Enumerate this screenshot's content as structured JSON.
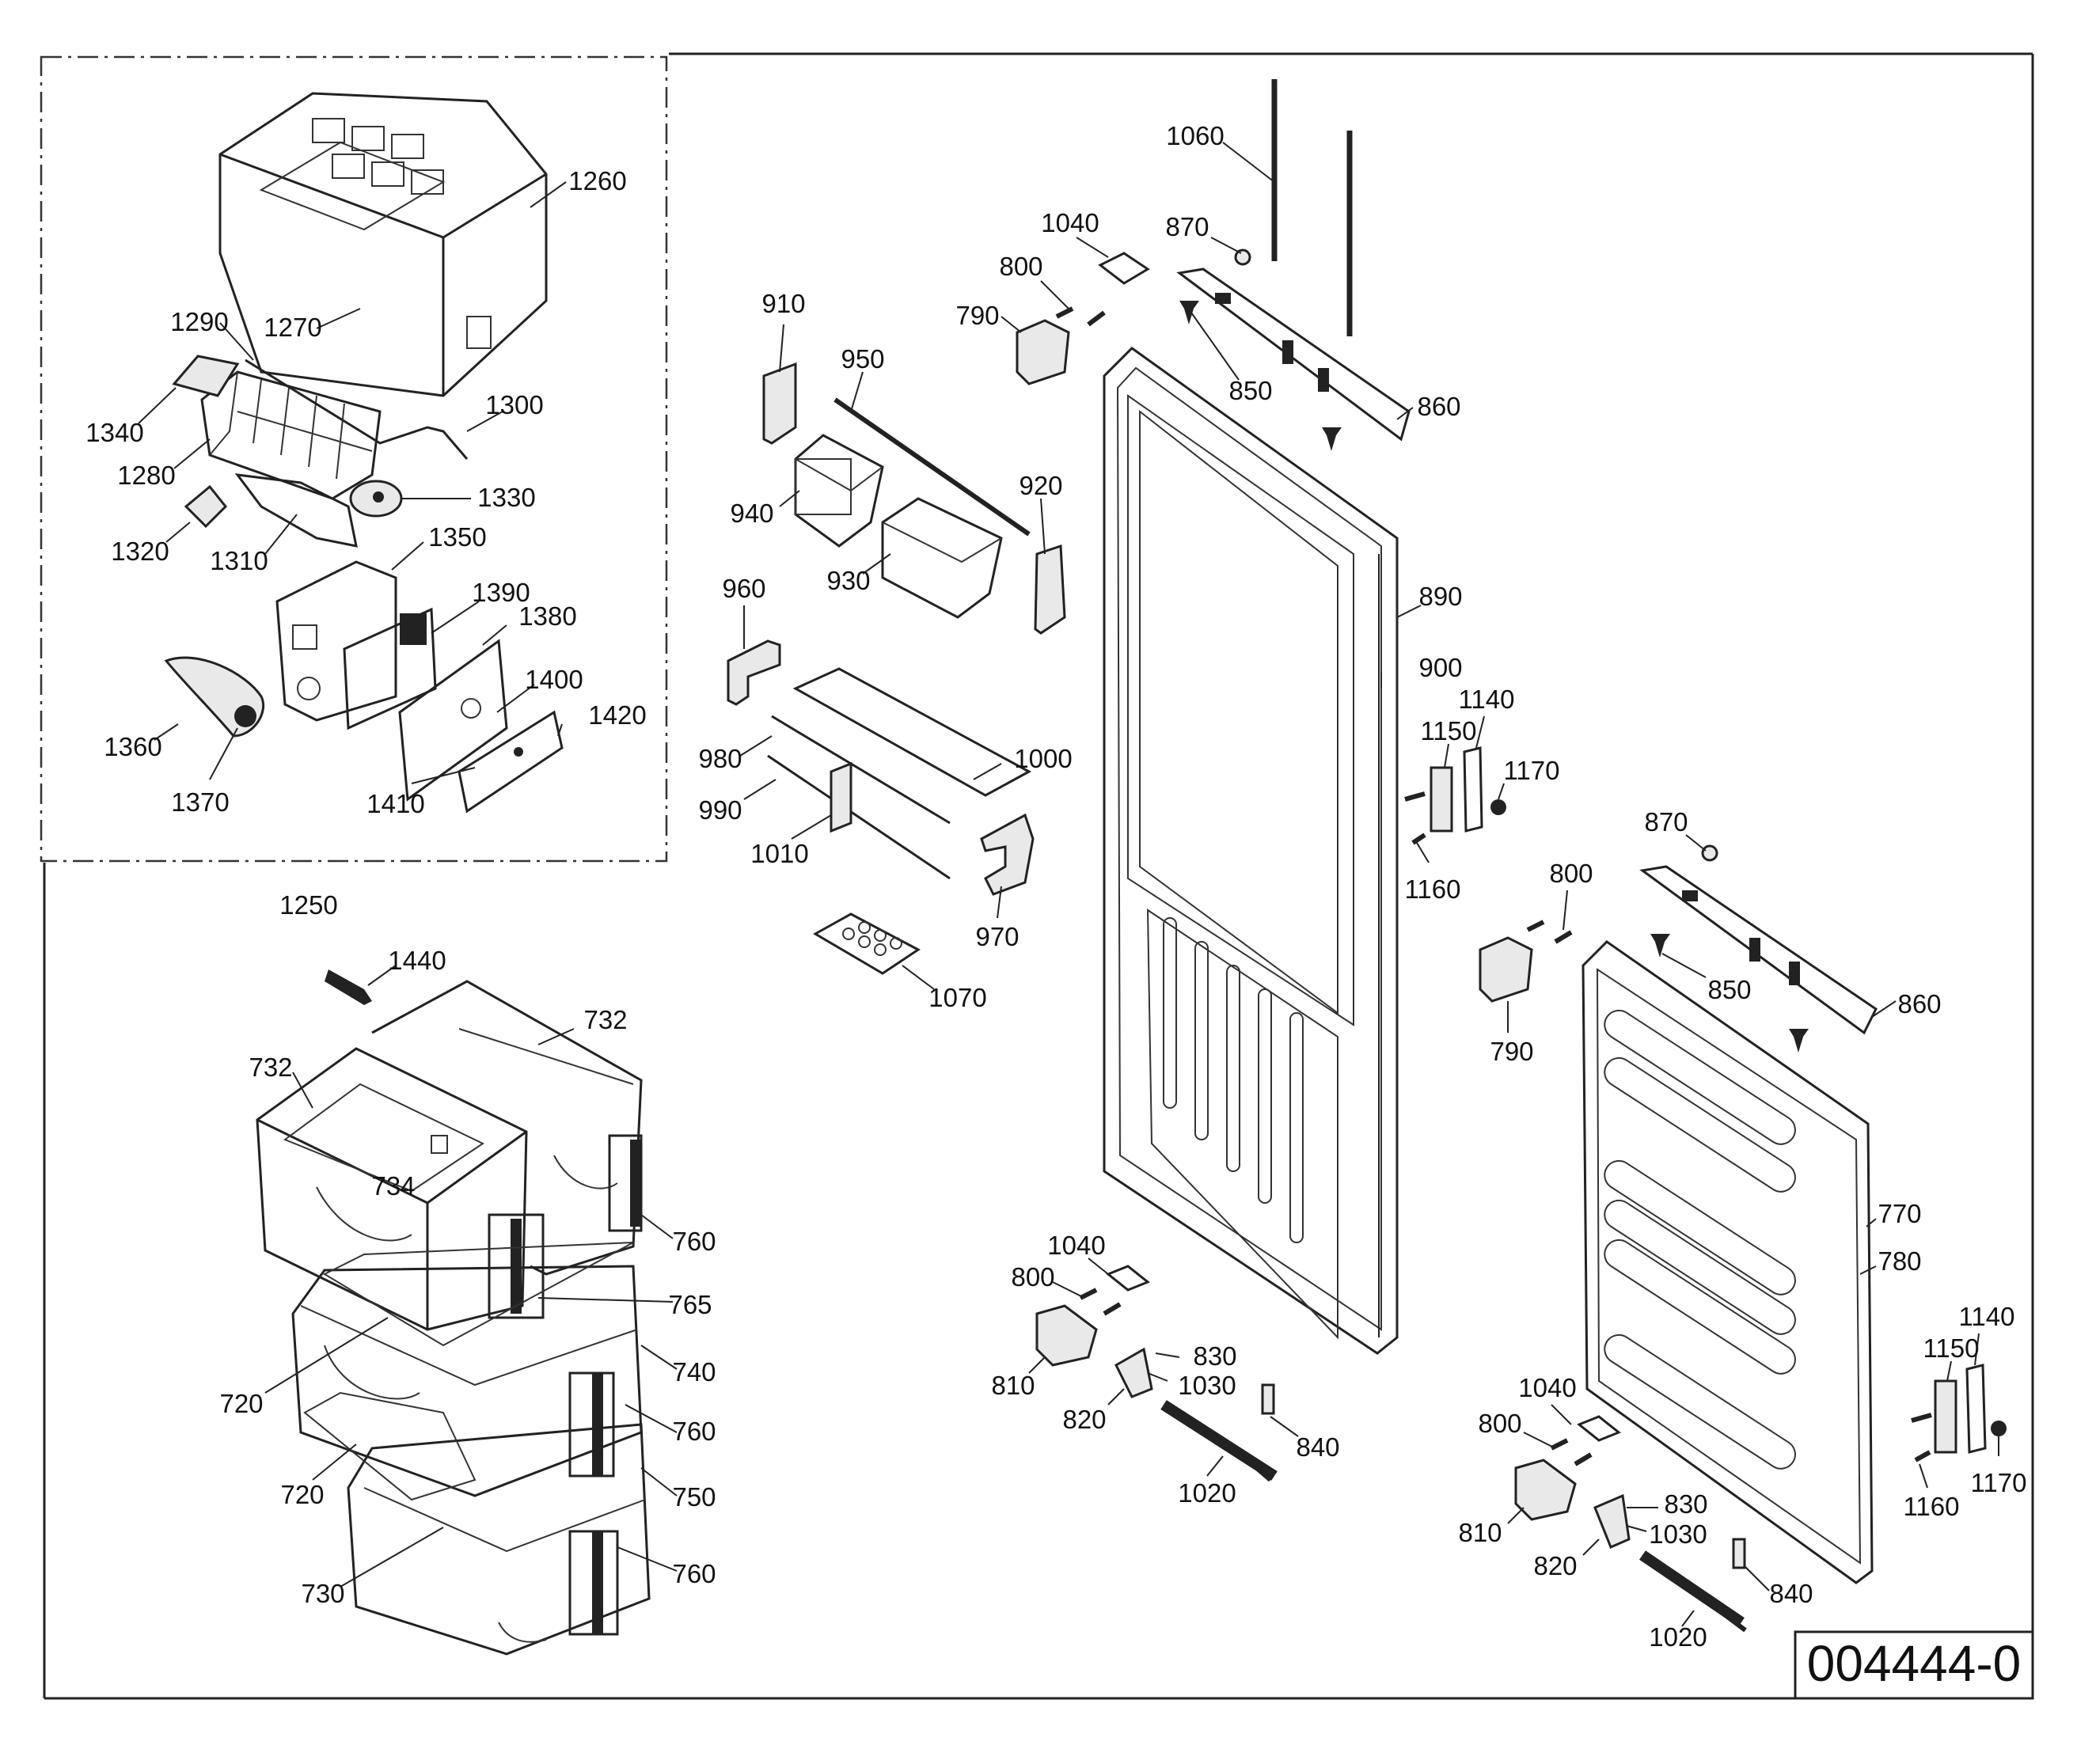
{
  "document_number": "004444-0",
  "labels": {
    "l1060": "1060",
    "l870a": "870",
    "l1040a": "1040",
    "l800a": "800",
    "l790a": "790",
    "l850a": "850",
    "l860a": "860",
    "l910": "910",
    "l950": "950",
    "l920": "920",
    "l940": "940",
    "l930": "930",
    "l960": "960",
    "l980": "980",
    "l990": "990",
    "l1000": "1000",
    "l1010": "1010",
    "l970": "970",
    "l1070": "1070",
    "l890": "890",
    "l900": "900",
    "l1140a": "1140",
    "l1150a": "1150",
    "l1170a": "1170",
    "l1160a": "1160",
    "l870b": "870",
    "l800b": "800",
    "l790b": "790",
    "l850b": "850",
    "l860b": "860",
    "l770": "770",
    "l780": "780",
    "l1140b": "1140",
    "l1150b": "1150",
    "l1170b": "1170",
    "l1160b": "1160",
    "l1040b": "1040",
    "l800c": "800",
    "l810a": "810",
    "l830a": "830",
    "l1030a": "1030",
    "l820a": "820",
    "l840a": "840",
    "l1020a": "1020",
    "l1040c": "1040",
    "l800d": "800",
    "l810b": "810",
    "l830b": "830",
    "l1030b": "1030",
    "l820b": "820",
    "l840b": "840",
    "l1020b": "1020",
    "l1260": "1260",
    "l1290": "1290",
    "l1270": "1270",
    "l1300": "1300",
    "l1340": "1340",
    "l1280": "1280",
    "l1330": "1330",
    "l1320": "1320",
    "l1310": "1310",
    "l1350": "1350",
    "l1390": "1390",
    "l1380": "1380",
    "l1400": "1400",
    "l1420": "1420",
    "l1360": "1360",
    "l1370": "1370",
    "l1410": "1410",
    "l1250": "1250",
    "l1440": "1440",
    "l732a": "732",
    "l732b": "732",
    "l734": "734",
    "l760a": "760",
    "l765": "765",
    "l740": "740",
    "l720a": "720",
    "l760b": "760",
    "l720b": "720",
    "l750": "750",
    "l730": "730",
    "l760c": "760"
  }
}
